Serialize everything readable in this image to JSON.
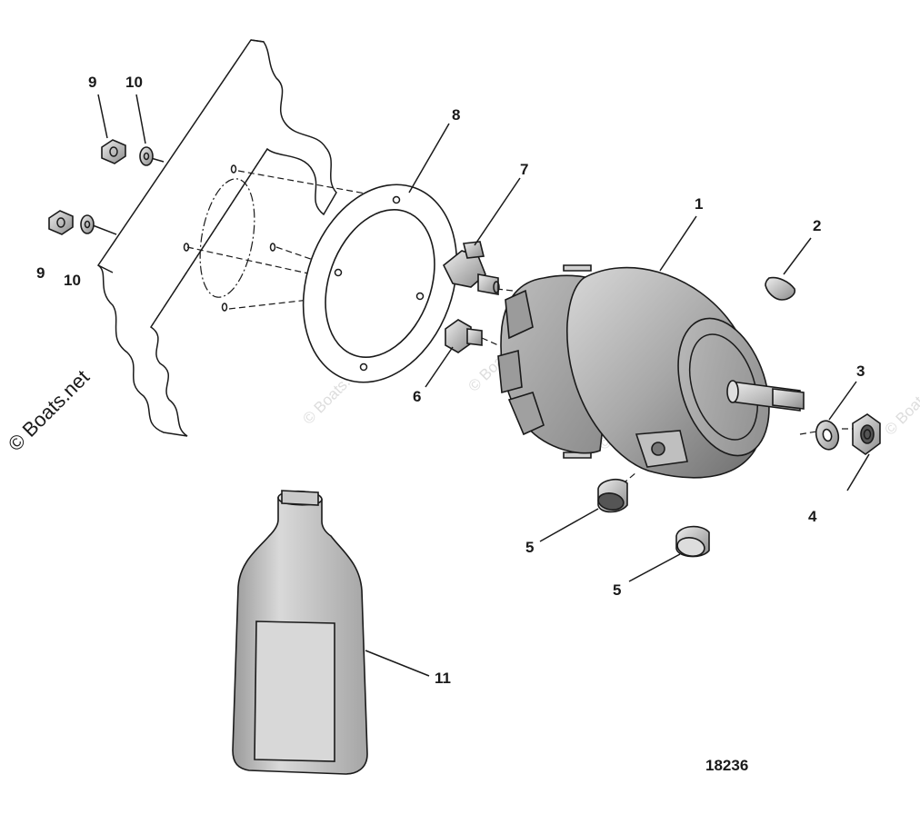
{
  "diagram": {
    "figure_number": "18236",
    "watermark": "© Boats.net",
    "callouts": [
      {
        "id": "c1",
        "label": "1"
      },
      {
        "id": "c2",
        "label": "2"
      },
      {
        "id": "c3",
        "label": "3"
      },
      {
        "id": "c4",
        "label": "4"
      },
      {
        "id": "c5a",
        "label": "5"
      },
      {
        "id": "c5b",
        "label": "5"
      },
      {
        "id": "c6",
        "label": "6"
      },
      {
        "id": "c7",
        "label": "7"
      },
      {
        "id": "c8",
        "label": "8"
      },
      {
        "id": "c9a",
        "label": "9"
      },
      {
        "id": "c9b",
        "label": "9"
      },
      {
        "id": "c10a",
        "label": "10"
      },
      {
        "id": "c10b",
        "label": "10"
      },
      {
        "id": "c11",
        "label": "11"
      }
    ]
  }
}
